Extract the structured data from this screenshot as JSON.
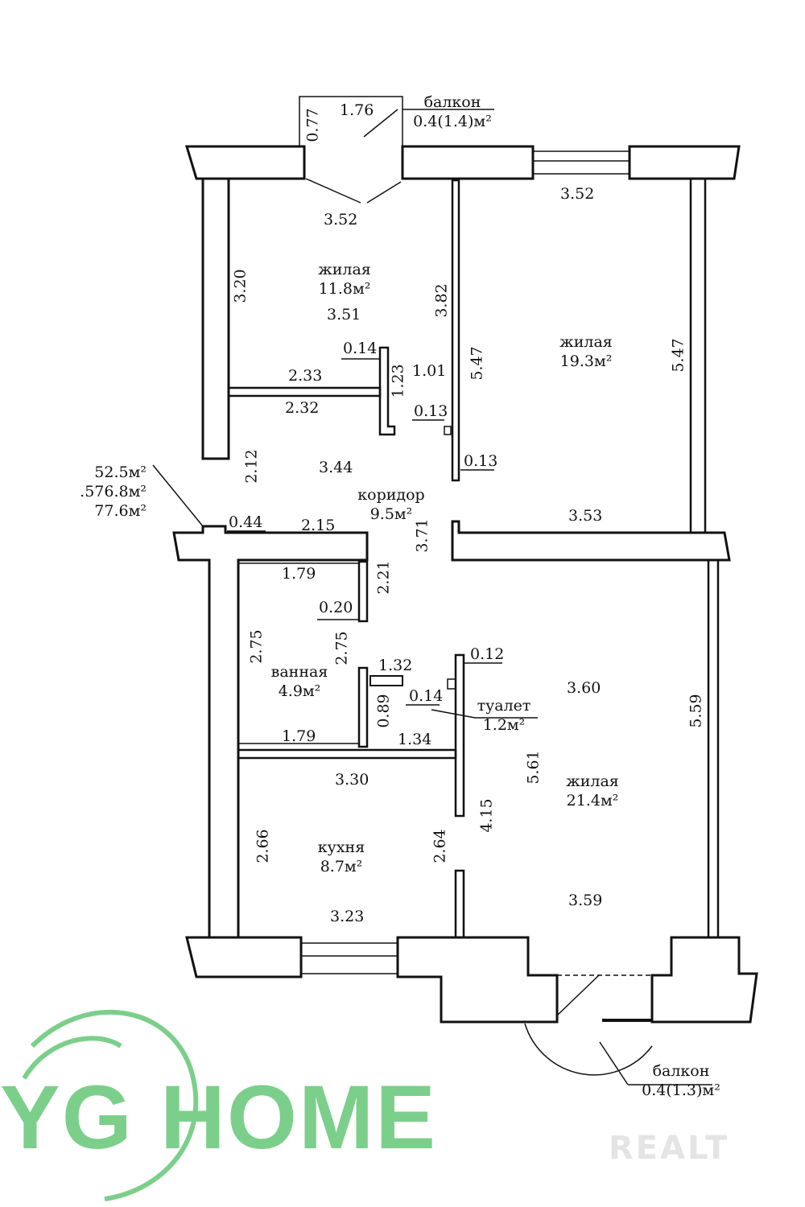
{
  "rooms": {
    "living1": {
      "name": "жилая",
      "area": "11.8м²"
    },
    "living2": {
      "name": "жилая",
      "area": "19.3м²"
    },
    "corridor": {
      "name": "коридор",
      "area": "9.5м²"
    },
    "bath": {
      "name": "ванная",
      "area": "4.9м²"
    },
    "toilet": {
      "name": "туалет",
      "area": "1.2м²"
    },
    "kitchen": {
      "name": "кухня",
      "area": "8.7м²"
    },
    "living3": {
      "name": "жилая",
      "area": "21.4м²"
    }
  },
  "balconies": {
    "top": {
      "name": "балкон",
      "area": "0.4(1.4)м²"
    },
    "bottom": {
      "name": "балкон",
      "area": "0.4(1.3)м²"
    }
  },
  "totals": [
    "52.5м²",
    ".576.8м²",
    "77.6м²"
  ],
  "dims": {
    "d077": "0.77",
    "d176": "1.76",
    "d352a": "3.52",
    "d352b": "3.52",
    "d320": "3.20",
    "d351": "3.51",
    "d382": "3.82",
    "d014": "0.14",
    "d233": "2.33",
    "d123": "1.23",
    "d101": "1.01",
    "d547a": "5.47",
    "d547b": "5.47",
    "d232": "2.32",
    "d013a": "0.13",
    "d013b": "0.13",
    "d212": "2.12",
    "d344": "3.44",
    "d371": "3.71",
    "d353": "3.53",
    "d044": "0.44",
    "d215": "2.15",
    "d179a": "1.79",
    "d221": "2.21",
    "d020": "0.20",
    "d275a": "2.75",
    "d275b": "2.75",
    "d132": "1.32",
    "d012": "0.12",
    "d360": "3.60",
    "d014b": "0.14",
    "d089": "0.89",
    "d179b": "1.79",
    "d134": "1.34",
    "d559": "5.59",
    "d330": "3.30",
    "d561": "5.61",
    "d266": "2.66",
    "d264": "2.64",
    "d415": "4.15",
    "d359": "3.59",
    "d323": "3.23"
  },
  "logo": {
    "text": "YG HOME",
    "color": "#7ccf8a"
  },
  "watermark": {
    "text": "REALT"
  }
}
